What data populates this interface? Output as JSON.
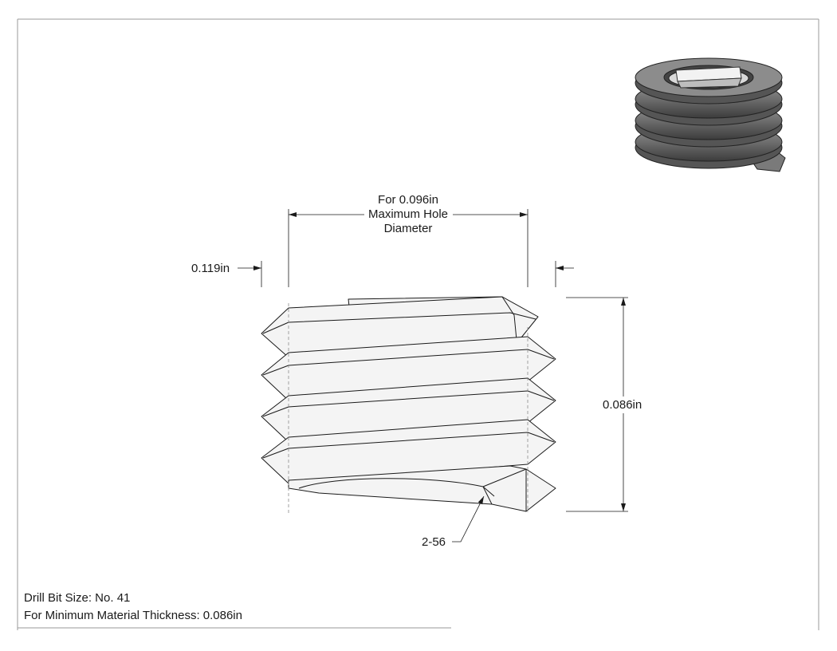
{
  "dimensions": {
    "hole_line1": "For 0.096in",
    "hole_line2": "Maximum Hole",
    "hole_line3": "Diameter",
    "outer_diameter": "0.119in",
    "length": "0.086in",
    "thread": "2-56"
  },
  "notes": {
    "drill_bit": "Drill Bit Size: No. 41",
    "min_thickness": "For Minimum Material Thickness: 0.086in"
  },
  "colors": {
    "line": "#1a1a1a",
    "part_fill": "#f4f4f4",
    "iso_dark": "#3a3a3a",
    "iso_mid": "#8a8a8a"
  }
}
